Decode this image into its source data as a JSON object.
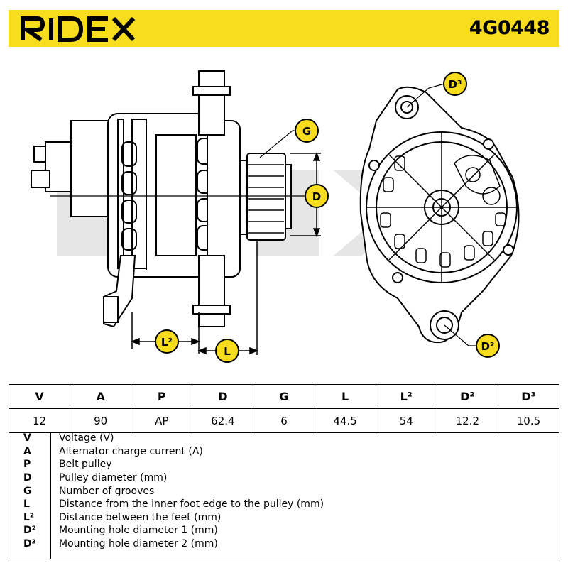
{
  "header": {
    "brand": "RIDEX",
    "part_number": "4G0448",
    "brand_color": "#f7dd1d"
  },
  "callouts": {
    "g": "G",
    "d": "D",
    "l": "L",
    "l2": "L²",
    "d2": "D²",
    "d3": "D³"
  },
  "specs": {
    "headers": [
      "V",
      "A",
      "P",
      "D",
      "G",
      "L",
      "L²",
      "D²",
      "D³"
    ],
    "values": [
      "12",
      "90",
      "AP",
      "62.4",
      "6",
      "44.5",
      "54",
      "12.2",
      "10.5"
    ]
  },
  "legend": [
    {
      "symbol": "V",
      "desc": "Voltage (V)"
    },
    {
      "symbol": "A",
      "desc": "Alternator charge current (A)"
    },
    {
      "symbol": "P",
      "desc": "Belt pulley"
    },
    {
      "symbol": "D",
      "desc": "Pulley diameter (mm)"
    },
    {
      "symbol": "G",
      "desc": "Number of grooves"
    },
    {
      "symbol": "L",
      "desc": "Distance from the inner foot edge to the pulley (mm)"
    },
    {
      "symbol": "L²",
      "desc": "Distance between the feet (mm)"
    },
    {
      "symbol": "D²",
      "desc": "Mounting hole diameter 1 (mm)"
    },
    {
      "symbol": "D³",
      "desc": "Mounting hole diameter 2 (mm)"
    }
  ]
}
